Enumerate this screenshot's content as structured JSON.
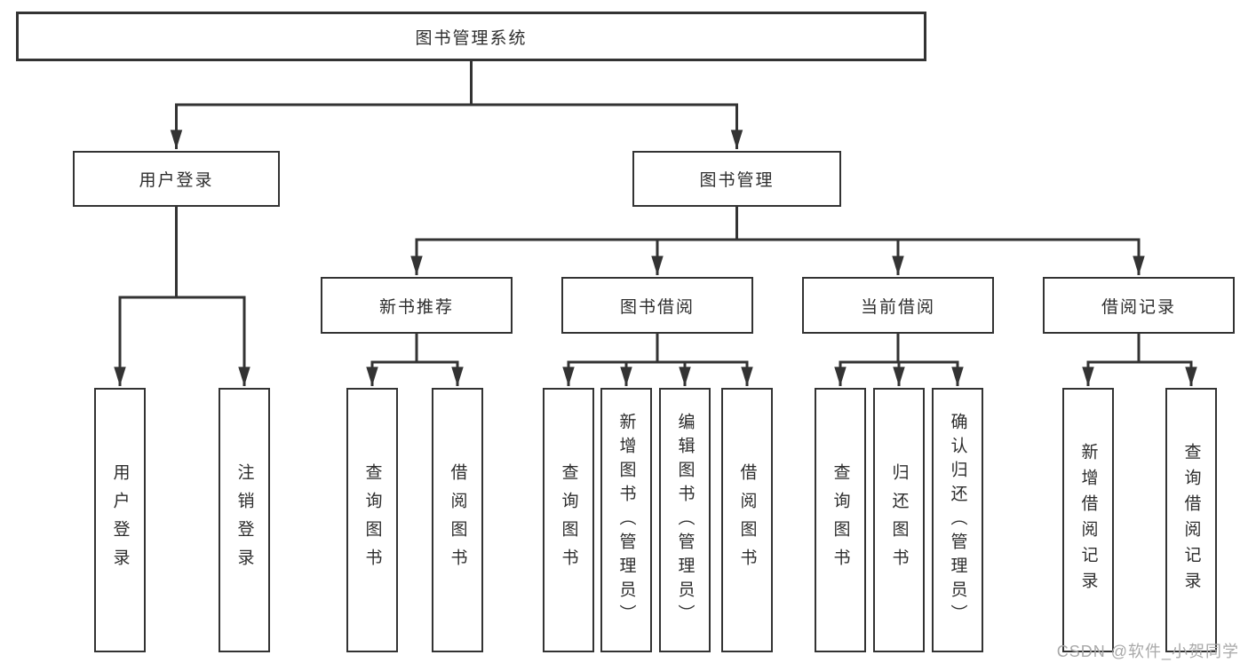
{
  "tree": {
    "root": {
      "label": "图书管理系统"
    },
    "branches": [
      {
        "label": "用户登录",
        "children": [
          {
            "label": "用户登录"
          },
          {
            "label": "注销登录"
          }
        ]
      },
      {
        "label": "图书管理",
        "sections": [
          {
            "label": "新书推荐",
            "children": [
              {
                "label": "查询图书"
              },
              {
                "label": "借阅图书"
              }
            ]
          },
          {
            "label": "图书借阅",
            "children": [
              {
                "label": "查询图书"
              },
              {
                "label": "新增图书（管理员）"
              },
              {
                "label": "编辑图书（管理员）"
              },
              {
                "label": "借阅图书"
              }
            ]
          },
          {
            "label": "当前借阅",
            "children": [
              {
                "label": "查询图书"
              },
              {
                "label": "归还图书"
              },
              {
                "label": "确认归还（管理员）"
              }
            ]
          },
          {
            "label": "借阅记录",
            "children": [
              {
                "label": "新增借阅记录"
              },
              {
                "label": "查询借阅记录"
              }
            ]
          }
        ]
      }
    ]
  },
  "watermark": {
    "text": "CSDN @软件_小贺同学"
  },
  "colors": {
    "line": "#333333",
    "box_border": "#333333",
    "box_fill": "#ffffff",
    "text": "#2d2d2d",
    "watermark": "#a9a9a9",
    "background": "#ffffff"
  }
}
